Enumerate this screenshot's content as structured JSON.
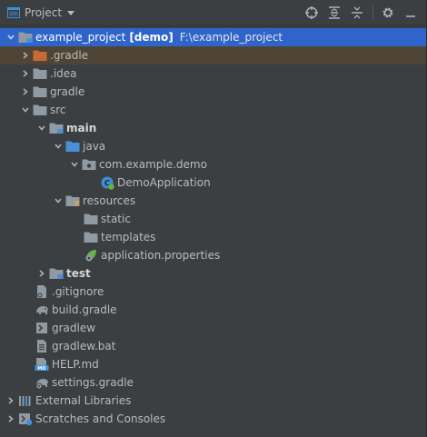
{
  "header": {
    "title": "Project"
  },
  "tree": {
    "root": {
      "name": "example_project",
      "module": "[demo]",
      "path": "F:\\example_project"
    },
    "gradle_hidden": ".gradle",
    "idea": ".idea",
    "gradle": "gradle",
    "src": "src",
    "main": "main",
    "java": "java",
    "package": "com.example.demo",
    "demo_app": "DemoApplication",
    "resources": "resources",
    "static": "static",
    "templates": "templates",
    "app_props": "application.properties",
    "test": "test",
    "gitignore": ".gitignore",
    "build_gradle": "build.gradle",
    "gradlew": "gradlew",
    "gradlew_bat": "gradlew.bat",
    "help_md": "HELP.md",
    "settings_gradle": "settings.gradle",
    "external_libraries": "External Libraries",
    "scratches": "Scratches and Consoles"
  },
  "colors": {
    "background": "#3c3f41",
    "selection": "#2f65ca",
    "excluded_row": "#4f4536",
    "folder": "#8f9aa3",
    "source_folder": "#4a90d9",
    "excluded_folder": "#c66a37"
  }
}
